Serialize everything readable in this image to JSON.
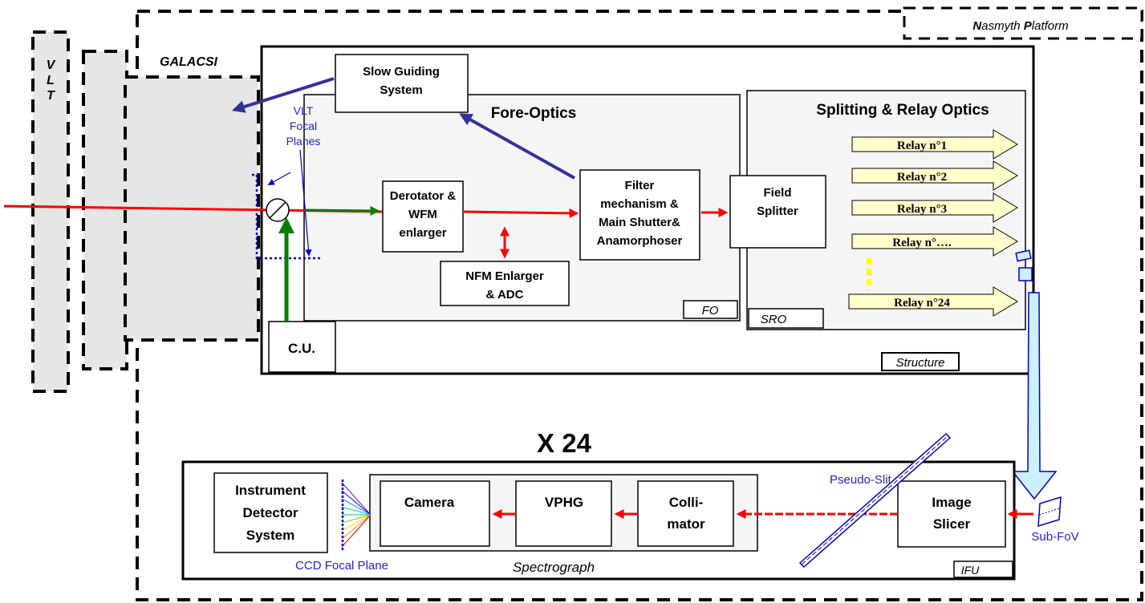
{
  "nasmyth_label": {
    "n": "N",
    "rest1": "asmyth ",
    "p": "P",
    "rest2": "latform"
  },
  "vlt_letters": [
    "V",
    "L",
    "T"
  ],
  "galacsi_label": "GALACSI",
  "slow_guiding": [
    "Slow Guiding",
    "System"
  ],
  "fore_optics_title": "Fore-Optics",
  "fo_tag": "FO",
  "vlt_focal_planes": [
    "VLT",
    "Focal",
    "Planes"
  ],
  "derotator": [
    "Derotator &",
    "WFM",
    "enlarger"
  ],
  "nfm": [
    "NFM Enlarger",
    "& ADC"
  ],
  "filter": [
    "Filter",
    "mechanism &",
    "Main Shutter&",
    "Anamorphoser"
  ],
  "cu_label": "C.U.",
  "sro_title": "Splitting & Relay Optics",
  "sro_tag": "SRO",
  "field_splitter": [
    "Field",
    "Splitter"
  ],
  "relays": [
    "Relay n°1",
    "Relay n°2",
    "Relay n°3",
    "Relay n°….",
    "Relay n°24"
  ],
  "structure_tag": "Structure",
  "x24": "X 24",
  "instrument_detector": [
    "Instrument",
    "Detector",
    "System"
  ],
  "camera": "Camera",
  "vphg": "VPHG",
  "collimator": [
    "Colli-",
    "mator"
  ],
  "image_slicer": [
    "Image",
    "Slicer"
  ],
  "pseudo_slit": "Pseudo-Slit",
  "ccd_focal_plane": "CCD Focal Plane",
  "spectrograph": "Spectrograph",
  "sub_fov": "Sub-FoV",
  "ifu_tag": "IFU",
  "colors": {
    "beam": "#ff0000",
    "guide": "#333399",
    "calib": "#008000",
    "relay_fill": "#ffffcc",
    "panel": "#e6e6e6",
    "label_blue": "#2222cc",
    "sky": "#ccf0ff"
  }
}
